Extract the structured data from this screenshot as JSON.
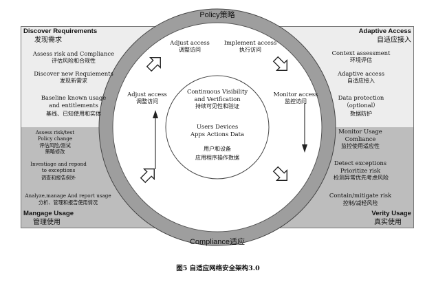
{
  "policy": "Policy策略",
  "compliance": "Compliance适应",
  "quadrants": {
    "top_left": {
      "title": "Discover Requirements",
      "title_cn": "发现需求",
      "items": [
        {
          "en": "Assess risk and Compliance",
          "cn": "评估风险和合规性"
        },
        {
          "en": "Discover new Requiements",
          "cn": "发现新需求"
        },
        {
          "en": "Baseline known usage\nand entitlements",
          "cn": "基线、已知使用和实体"
        }
      ]
    },
    "top_right": {
      "title": "Adaptive Access",
      "title_cn": "自适应接入",
      "items": [
        {
          "en": "Context assessment",
          "cn": "环境评估"
        },
        {
          "en": "Adaptive access",
          "cn": "自适应接入"
        },
        {
          "en": "Data protection\n（optional）",
          "cn": "数据防护"
        }
      ]
    },
    "bottom_left": {
      "title": "Mangage Usage",
      "title_cn": "管理使用",
      "items": [
        {
          "en": "Assess risk/test\nPolicy change",
          "cn": "评估风险/测试\n策略修改"
        },
        {
          "en": "Investiage and repond\nto exceptions",
          "cn": "调查和报告例外"
        },
        {
          "en": "Analyze,manage And report usage",
          "cn": "分析、管理和报告使用情况"
        }
      ]
    },
    "bottom_right": {
      "title": "Verity Usage",
      "title_cn": "真实使用",
      "items": [
        {
          "en": "Monitor Usage\nComliance",
          "cn": "监控使用适应性"
        },
        {
          "en": "Detect exceptions\nPrioritize risk",
          "cn": "检测异常优先考虑风险"
        },
        {
          "en": "Contain/mitigate risk",
          "cn": "控制/减轻风险"
        }
      ]
    }
  },
  "ring": {
    "adjust_top": {
      "en": "Adjust access",
      "cn": "调整访问"
    },
    "implement": {
      "en": "Implement access",
      "cn": "执行访问"
    },
    "adjust_left": {
      "en": "Adjust access",
      "cn": "调整访问"
    },
    "monitor": {
      "en": "Monitor access",
      "cn": "监控访问"
    }
  },
  "center": {
    "line1": "Continuous Visibility",
    "line2": "and Verification",
    "line3": "持续可见性和验证",
    "line4": "Users Devices",
    "line5": "Apps Actions Data",
    "line6": "用户和设备",
    "line7": "应用程序操作数据"
  },
  "caption": "图5   自适应网络安全架构3.0"
}
